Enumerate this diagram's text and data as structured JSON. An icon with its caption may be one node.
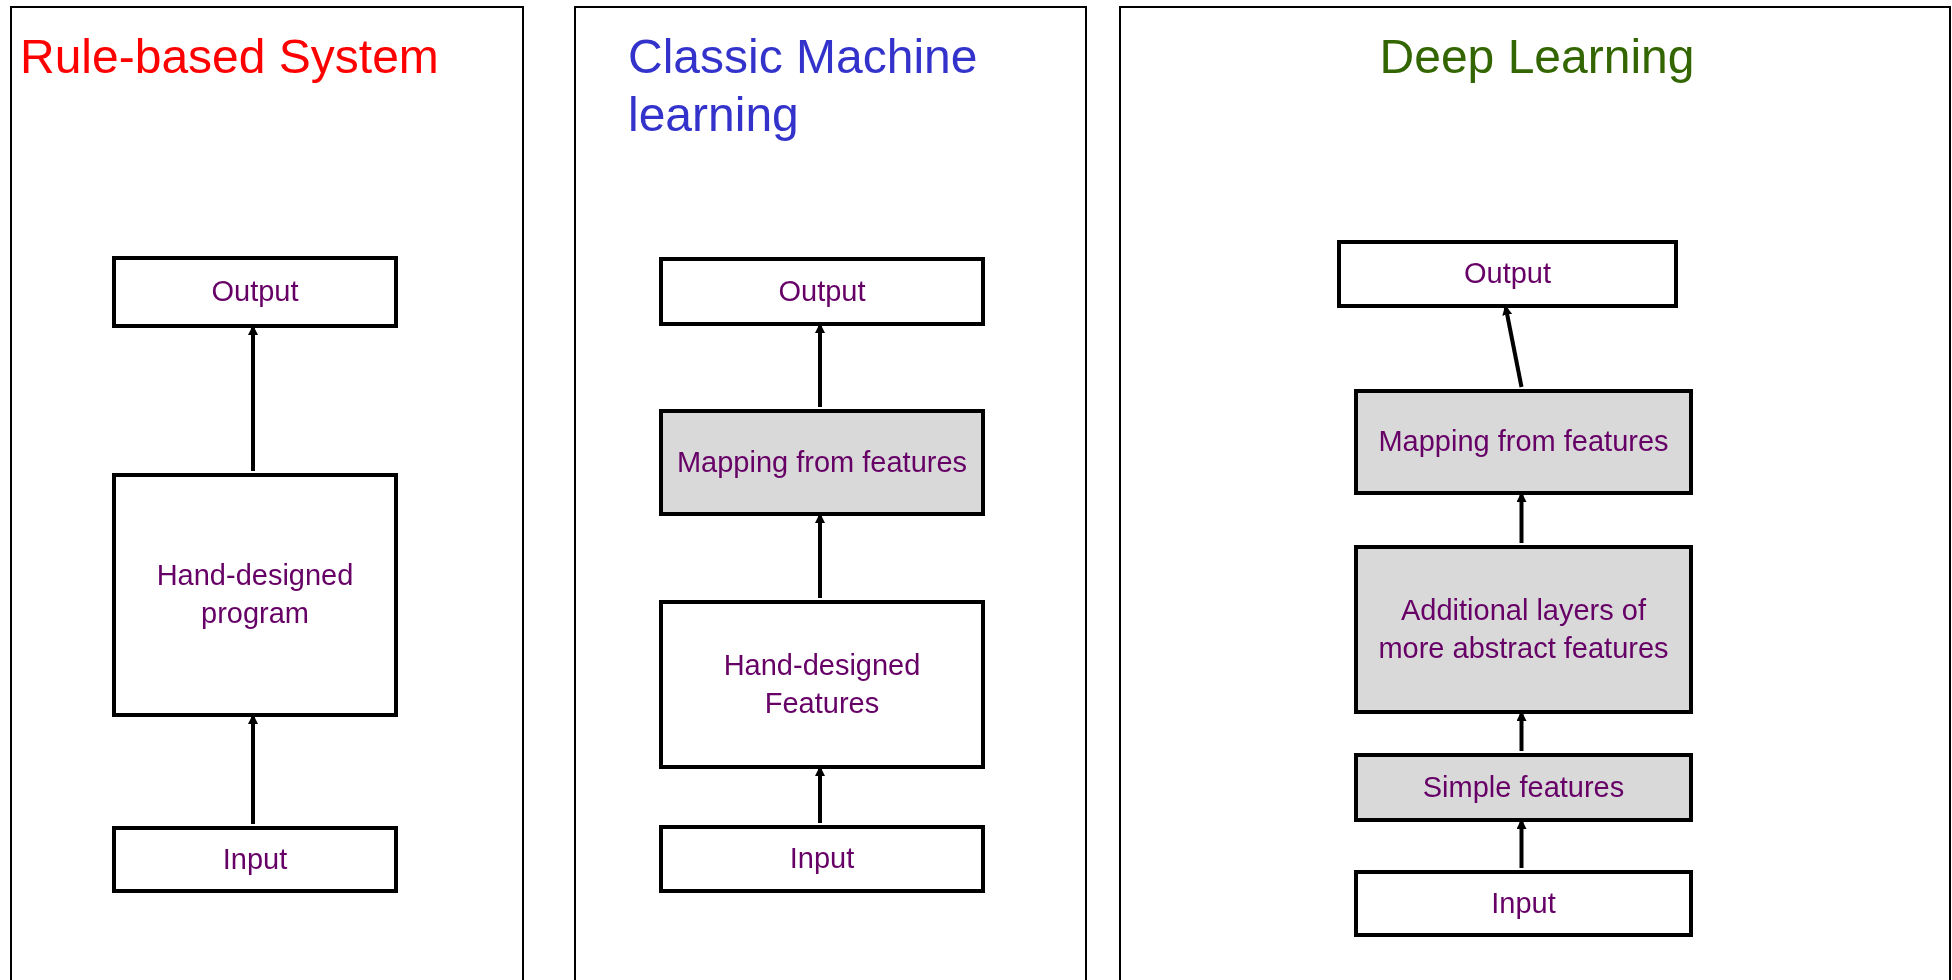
{
  "diagram": {
    "nodes": [
      {
        "text": [
          "Rule-based System"
        ]
      },
      {
        "text": [
          "Output"
        ],
        "in": 0
      },
      {
        "text": [
          "Hand-designed program"
        ],
        "in": 0
      },
      {
        "text": [
          "Input"
        ],
        "in": 0
      },
      {
        "text": [
          "Classic Machine learning"
        ]
      },
      {
        "text": [
          "Output"
        ],
        "in": 4
      },
      {
        "text": [
          "Mapping from features"
        ],
        "in": 4
      },
      {
        "text": [
          "Hand-designed Features"
        ],
        "in": 4
      },
      {
        "text": [
          "Input"
        ],
        "in": 4
      },
      {
        "text": [
          "Deep Learning"
        ]
      },
      {
        "text": [
          "Output"
        ],
        "in": 9
      },
      {
        "text": [
          "Mapping from features"
        ],
        "in": 9
      },
      {
        "text": [
          "Additional layers of more abstract features"
        ],
        "in": 9
      },
      {
        "text": [
          "Simple features"
        ],
        "in": 9
      },
      {
        "text": [
          "Input"
        ],
        "in": 9
      }
    ],
    "edges": [
      {
        "from": 3,
        "to": 2,
        "arrow": "to"
      },
      {
        "from": 2,
        "to": 1,
        "arrow": "to"
      },
      {
        "from": 8,
        "to": 7,
        "arrow": "to"
      },
      {
        "from": 7,
        "to": 6,
        "arrow": "to"
      },
      {
        "from": 6,
        "to": 5,
        "arrow": "to"
      },
      {
        "from": 14,
        "to": 13,
        "arrow": "to"
      },
      {
        "from": 13,
        "to": 12,
        "arrow": "to"
      },
      {
        "from": 12,
        "to": 11,
        "arrow": "to"
      },
      {
        "from": 11,
        "to": 10,
        "arrow": "to"
      }
    ]
  }
}
